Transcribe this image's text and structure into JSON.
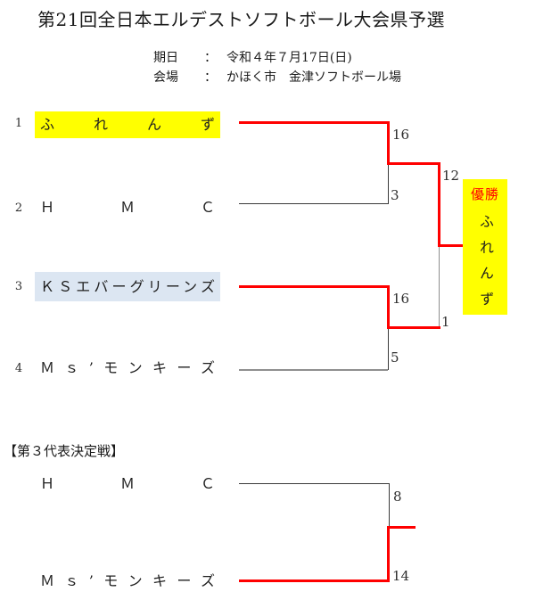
{
  "title": "第21回全日本エルデストソフトボール大会県予選",
  "info": {
    "date_label": "期日",
    "date_sep": "：",
    "date_value": "令和４年７月17日(日)",
    "venue_label": "会場",
    "venue_sep": "：",
    "venue_value": "かほく市　金津ソフトボール場"
  },
  "main_bracket": {
    "teams": [
      {
        "seed": "1",
        "name": "ふれんず",
        "highlight": "yellow"
      },
      {
        "seed": "2",
        "name": "ＨＭＣ",
        "highlight": "none"
      },
      {
        "seed": "3",
        "name": "ＫＳエバーグリーンズ",
        "highlight": "blue"
      },
      {
        "seed": "4",
        "name": "Ｍｓ’モンキーズ",
        "highlight": "none"
      }
    ],
    "scores": {
      "semi1_winner": "16",
      "semi1_loser": "3",
      "final_winner": "12",
      "final_loser": "1",
      "semi2_winner": "16",
      "semi2_loser": "5"
    },
    "champion_label": "優勝",
    "champion_name": "ふれんず"
  },
  "third_place": {
    "heading": "【第３代表決定戦】",
    "team_top": "ＨＭＣ",
    "team_bottom": "Ｍｓ’モンキーズ",
    "score_top": "8",
    "score_bottom": "14"
  },
  "colors": {
    "winner_line": "#ff0000",
    "loser_line": "#3a3a3a",
    "highlight_yellow": "#ffff00",
    "highlight_blue": "#dce6f2",
    "champion_text": "#ff0000"
  }
}
